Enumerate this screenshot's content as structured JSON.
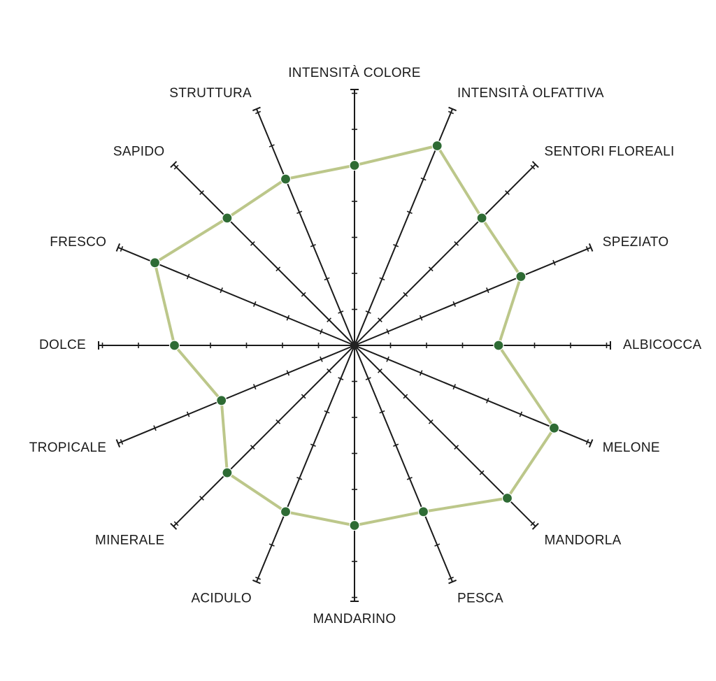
{
  "chart_data": {
    "type": "radar",
    "axes": [
      "INTENSITÀ COLORE",
      "INTENSITÀ OLFATTIVA",
      "SENTORI FLOREALI",
      "SPEZIATO",
      "ALBICOCCA",
      "MELONE",
      "MANDORLA",
      "PESCA",
      "MANDARINO",
      "ACIDULO",
      "MINERALE",
      "TROPICALE",
      "DOLCE",
      "FRESCO",
      "SAPIDO",
      "STRUTTURA"
    ],
    "scale": {
      "min": 0,
      "max": 7,
      "ticks": [
        1,
        2,
        3,
        4,
        5,
        6,
        7
      ]
    },
    "grid": false,
    "legend": false,
    "series": [
      {
        "values": [
          5,
          6,
          5,
          5,
          4,
          6,
          6,
          5,
          5,
          5,
          5,
          4,
          5,
          6,
          5,
          5
        ]
      }
    ],
    "colors": {
      "axis": "#1a1a1a",
      "line": "#bcc78a",
      "point": "#2e6b34",
      "center": "#222222"
    }
  }
}
